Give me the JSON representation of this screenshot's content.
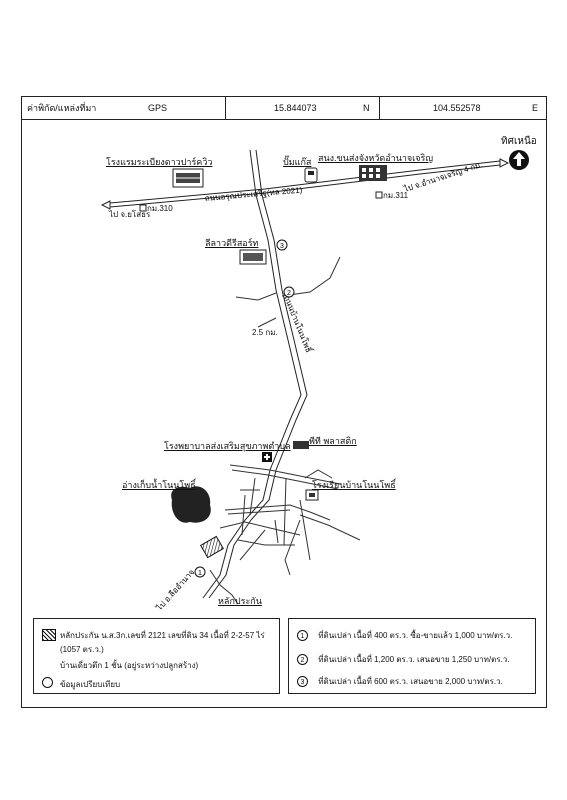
{
  "header": {
    "location_label": "ค่าพิกัด/แหล่งที่มา",
    "source": "GPS",
    "lat": "15.844073",
    "lat_dir": "N",
    "lon": "104.552578",
    "lon_dir": "E"
  },
  "map": {
    "north_label": "ทิศเหนือ",
    "labels": {
      "hotel": "โรงแรมระเบียงดาวปาร์ควิว",
      "gas": "ปั๊มแก๊ส",
      "office": "สนง.ขนส่งจังหวัดอำนาจเจริญ",
      "to_amnat": "ไป จ.อำนาจเจริญ 4 กม.",
      "road": "ถนนอรุณประเสริฐ(ทล 2021)",
      "to_yasothon": "ไป จ.ยโสธร",
      "km310": "กม.310",
      "km311": "กม.311",
      "resort": "ลีลาวดีรีสอร์ท",
      "distance": "2.5 กม.",
      "village_road": "ถนนบ้านโนนโพธิ์",
      "hospital": "โรงพยาบาลส่งเสริมสุขภาพตำบล",
      "shop": "พีที พลาสติก",
      "pond": "อ่างเก็บน้ำโนนโพธิ์",
      "school": "โรงเรียนบ้านโนนโพธิ์",
      "to_lue": "ไป อ.ลืออำนาจ",
      "collateral": "หลักประกัน"
    },
    "markers": [
      "1",
      "2",
      "3"
    ]
  },
  "legend_left": {
    "line1": "หลักประกัน น.ส.3ก.เลขที่ 2121 เลขที่ดิน 34 เนื้อที่ 2-2-57 ไร่",
    "line2": "(1057 ตร.ว.)",
    "line3": "บ้านเดี่ยวตึก 1 ชั้น (อยู่ระหว่างปลูกสร้าง)",
    "line4": "ข้อมูลเปรียบเทียบ"
  },
  "legend_right": [
    {
      "num": "1",
      "text": "ที่ดินเปล่า เนื้อที่ 400 ตร.ว. ซื้อ-ขายแล้ว 1,000 บาท/ตร.ว."
    },
    {
      "num": "2",
      "text": "ที่ดินเปล่า เนื้อที่ 1,200 ตร.ว. เสนอขาย 1,250 บาท/ตร.ว."
    },
    {
      "num": "3",
      "text": "ที่ดินเปล่า เนื้อที่ 600 ตร.ว. เสนอขาย 2,000 บาท/ตร.ว."
    }
  ]
}
